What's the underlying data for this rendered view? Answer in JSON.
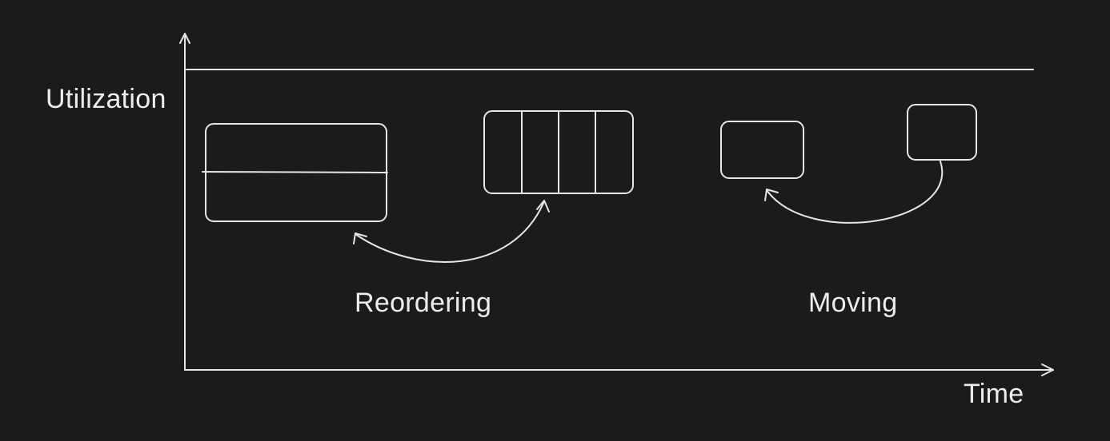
{
  "axes": {
    "y_label": "Utilization",
    "x_label": "Time"
  },
  "groups": {
    "reordering": {
      "label": "Reordering"
    },
    "moving": {
      "label": "Moving"
    }
  },
  "colors": {
    "background": "#1b1b1b",
    "stroke": "#e6e6e6",
    "text": "#ededed"
  }
}
